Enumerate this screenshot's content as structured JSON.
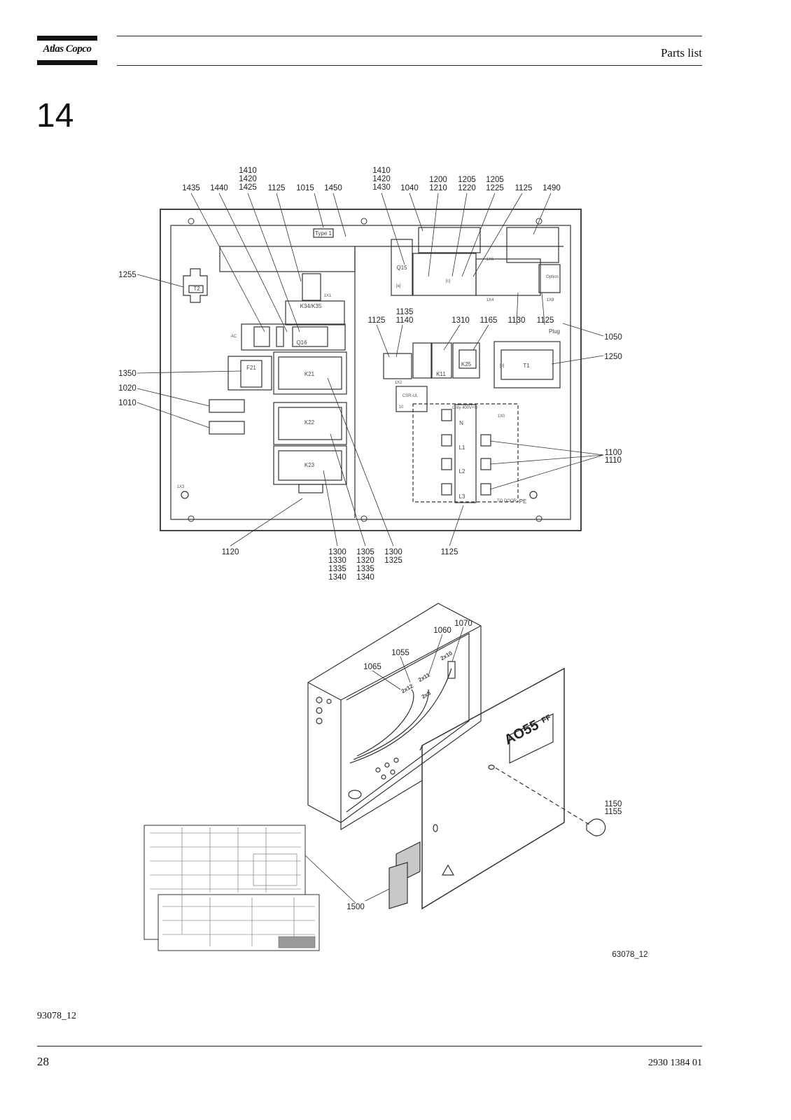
{
  "header": {
    "brand": "Atlas Copco",
    "title": "Parts list"
  },
  "section": {
    "number": "14"
  },
  "figure": {
    "panel": {
      "type_label": "Type 1",
      "components": [
        "T2",
        "Q15",
        "Q16",
        "K34/K35",
        "F21",
        "K21",
        "K22",
        "K23",
        "K11",
        "K25",
        "T1",
        "1X1",
        "1X2",
        "1X3",
        "1X4",
        "1X6",
        "1X8",
        "1X0",
        "N",
        "L1",
        "L2",
        "L3",
        "PE",
        "Plug",
        "Option",
        "TO DOOR",
        "CSR-UL",
        "Only 400V+N",
        "[a]",
        "[b]",
        "[c]",
        "AC",
        "10"
      ],
      "callouts": {
        "c1435": "1435",
        "c1440": "1440",
        "c1410a": "1410",
        "c1420a": "1420",
        "c1425": "1425",
        "c1125a": "1125",
        "c1015": "1015",
        "c1450": "1450",
        "c1410b": "1410",
        "c1420b": "1420",
        "c1430": "1430",
        "c1040": "1040",
        "c1200": "1200",
        "c1210": "1210",
        "c1205a": "1205",
        "c1220": "1220",
        "c1205b": "1205",
        "c1225": "1225",
        "c1125b": "1125",
        "c1490": "1490",
        "c1255": "1255",
        "c1125c": "1125",
        "c1135": "1135",
        "c1140": "1140",
        "c1310": "1310",
        "c1165": "1165",
        "c1130": "1130",
        "c1125d": "1125",
        "c1050": "1050",
        "c1250": "1250",
        "c1350": "1350",
        "c1020": "1020",
        "c1010": "1010",
        "c1100": "1100",
        "c1110": "1110",
        "c1120": "1120",
        "c1300a": "1300",
        "c1330": "1330",
        "c1335a": "1335",
        "c1340a": "1340",
        "c1305": "1305",
        "c1320": "1320",
        "c1335b": "1335",
        "c1340b": "1340",
        "c1300b": "1300",
        "c1325": "1325",
        "c1125e": "1125"
      }
    },
    "enclosure": {
      "model_label": "AO55",
      "model_suffix": "FF",
      "connector_labels": [
        "2x12",
        "2x11",
        "2x8",
        "2x10"
      ],
      "callouts": {
        "c1070": "1070",
        "c1060": "1060",
        "c1055": "1055",
        "c1065": "1065",
        "c1150": "1150",
        "c1155": "1155",
        "c1500": "1500"
      },
      "figure_code": "63078_12"
    }
  },
  "footer": {
    "ref_code": "93078_12",
    "page_number": "28",
    "doc_number": "2930 1384 01"
  }
}
